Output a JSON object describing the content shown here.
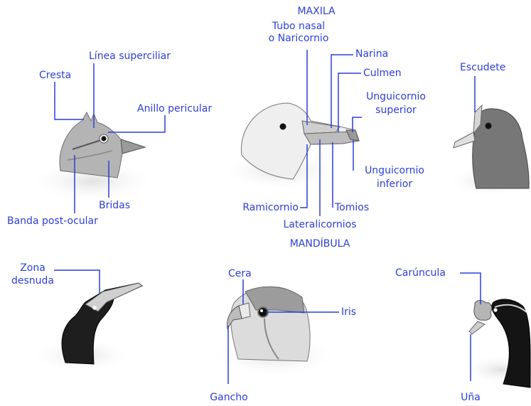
{
  "colors": {
    "label": "#2b3fd6",
    "leader": "#2b3fd6",
    "sketch": "#7a7a7a",
    "dark_plumage": "#1c1c1c"
  },
  "labels": {
    "cresta": "Cresta",
    "linea_superciliar": "Línea superciliar",
    "anillo_pericular": "Anillo pericular",
    "bridas": "Bridas",
    "banda_post_ocular": "Banda post-ocular",
    "maxila": "MAXILA",
    "tubo_nasal_1": "Tubo nasal",
    "tubo_nasal_2": "o Naricornio",
    "narina": "Narina",
    "culmen": "Culmen",
    "unguicornio_superior_1": "Unguicornio",
    "unguicornio_superior_2": "superior",
    "unguicornio_inferior_1": "Unguicornio",
    "unguicornio_inferior_2": "inferior",
    "tomios": "Tomios",
    "ramicornio": "Ramicornio",
    "lateralicornios": "Lateralicornios",
    "mandibula": "MANDÍBULA",
    "escudete": "Escudete",
    "zona_desnuda_1": "Zona",
    "zona_desnuda_2": "desnuda",
    "cera": "Cera",
    "iris": "Iris",
    "gancho": "Gancho",
    "caruncula": "Carúncula",
    "una": "Uña"
  }
}
